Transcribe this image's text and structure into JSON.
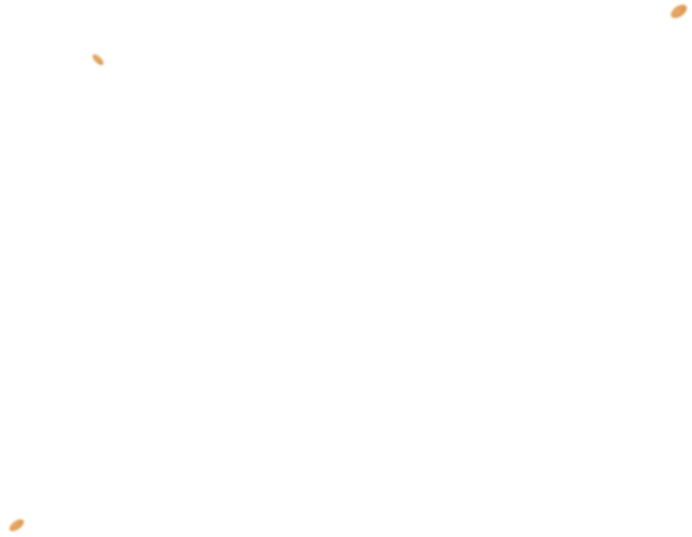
{
  "colors": {
    "background": "#ffffff",
    "particle": "#d9954f"
  },
  "particles": [
    {
      "shape": "seed"
    },
    {
      "shape": "seed"
    },
    {
      "shape": "seed"
    }
  ]
}
